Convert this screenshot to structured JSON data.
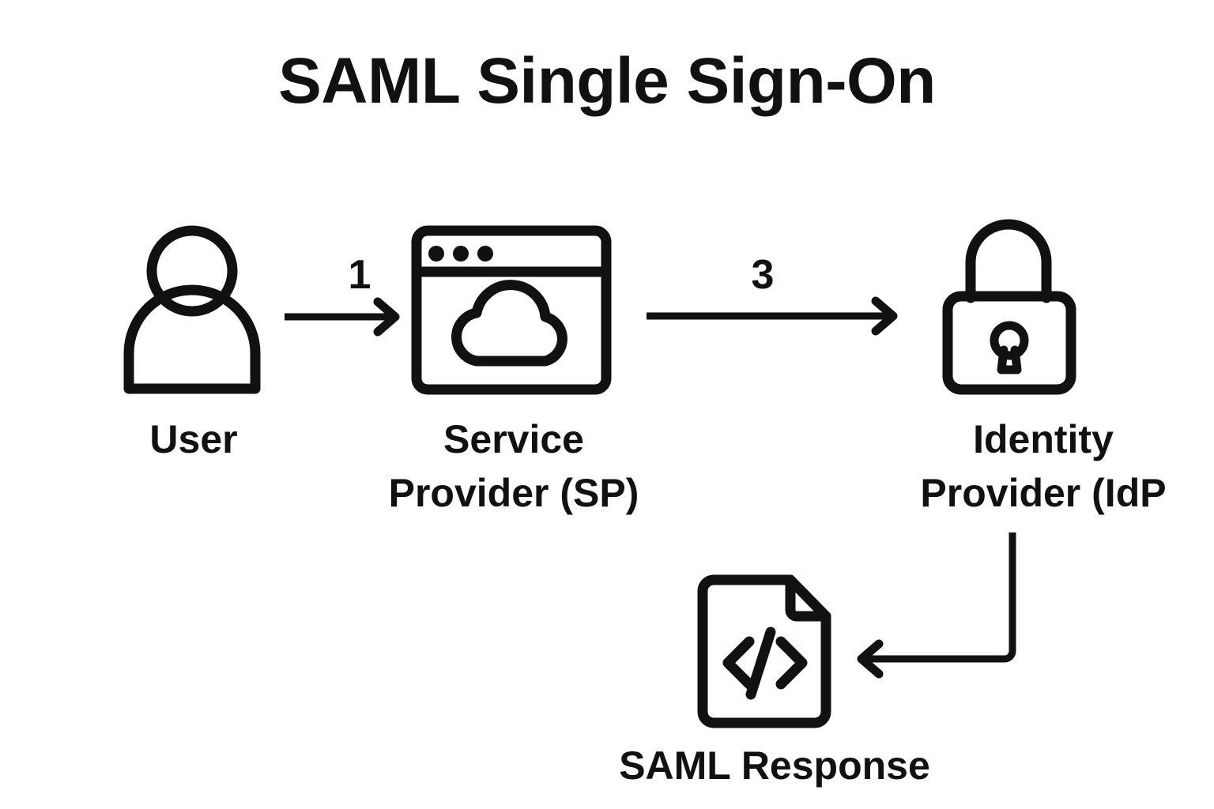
{
  "diagram": {
    "title": "SAML Single Sign-On",
    "background_color": "#ffffff",
    "ink_color": "#111111",
    "type": "flow-diagram",
    "nodes": [
      {
        "id": "user",
        "label": "User",
        "icon": "user-icon"
      },
      {
        "id": "service-provider",
        "label": "Service\nProvider (SP)",
        "icon": "browser-cloud-icon"
      },
      {
        "id": "identity-provider",
        "label_line1": "Identity",
        "label_line2": "Provider (IdP",
        "icon": "padlock-icon"
      },
      {
        "id": "saml-response",
        "label": "SAML Response",
        "icon": "code-document-icon"
      }
    ],
    "connectors": [
      {
        "id": "user-to-sp",
        "number": "1",
        "from": "user",
        "to": "service-provider",
        "style": "straight-arrow-right"
      },
      {
        "id": "sp-to-idp",
        "number": "3",
        "from": "service-provider",
        "to": "identity-provider",
        "style": "straight-arrow-right"
      },
      {
        "id": "idp-to-response",
        "number": "",
        "from": "identity-provider",
        "to": "saml-response",
        "style": "elbow-arrow-left"
      }
    ]
  }
}
